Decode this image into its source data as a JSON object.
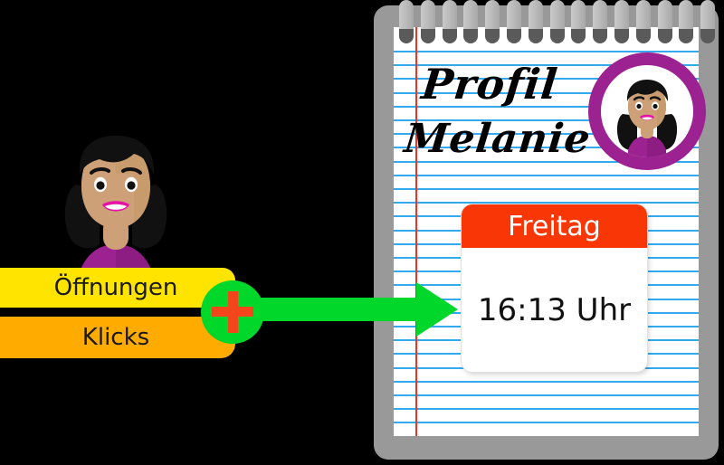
{
  "notepad": {
    "heading_primary": "Profil",
    "heading_secondary": "Melanie",
    "ring_count": 15,
    "rule_count": 29,
    "paper_color": "#ffffff",
    "rule_color": "#33aaee",
    "margin_color": "#ee3322",
    "cover_color": "#999999"
  },
  "avatar": {
    "ring_color": "#9c2191",
    "skin_color": "#cda077",
    "hair_color": "#111111",
    "shirt_color": "#9c2191",
    "lip_color": "#e612a6",
    "icon": "woman-avatar-icon"
  },
  "calendar_card": {
    "day_label": "Freitag",
    "time_label": "16:13 Uhr",
    "header_color": "#f93605",
    "body_color": "#ffffff",
    "header_text_color": "#ffffff"
  },
  "metric_bars": [
    {
      "label": "Öffnungen",
      "color": "#ffe400",
      "name": "openings-bar"
    },
    {
      "label": "Klicks",
      "color": "#ffab00",
      "name": "clicks-bar"
    }
  ],
  "connector": {
    "badge_icon": "plus-icon",
    "badge_color": "#00d72b",
    "plus_color": "#f4461c",
    "arrow_color": "#00d72b",
    "arrow_direction": "right"
  },
  "background_color": "#000000"
}
